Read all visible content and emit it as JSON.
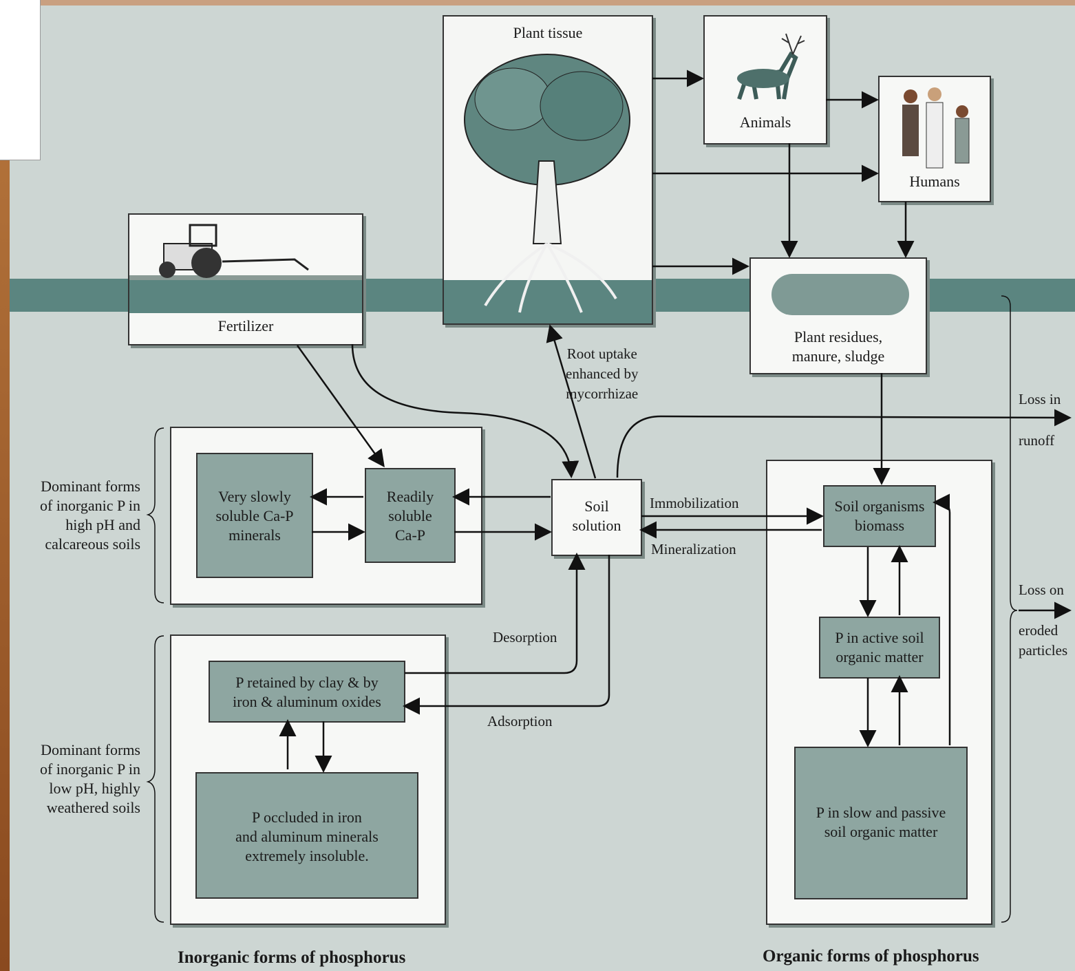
{
  "boxes": {
    "plant_tissue": "Plant tissue",
    "animals": "Animals",
    "humans": "Humans",
    "fertilizer": "Fertilizer",
    "plant_residues": "Plant residues,\nmanure, sludge",
    "soil_solution": "Soil\nsolution",
    "very_slowly": "Very slowly\nsoluble Ca-P\nminerals",
    "readily": "Readily\nsoluble\nCa-P",
    "p_retained": "P retained by clay & by\niron & aluminum oxides",
    "p_occluded": "P occluded in iron\nand aluminum minerals\nextremely insoluble.",
    "soil_organisms": "Soil organisms\nbiomass",
    "p_active": "P in active soil\norganic matter",
    "p_slow": "P in slow and passive\nsoil organic matter"
  },
  "labels": {
    "root_uptake": "Root uptake\nenhanced by\nmycorrhizae",
    "immobilization": "Immobilization",
    "mineralization": "Mineralization",
    "desorption": "Desorption",
    "adsorption": "Adsorption",
    "loss_runoff_1": "Loss in",
    "loss_runoff_2": "runoff",
    "loss_eroded_1": "Loss on",
    "loss_eroded_2": "eroded\nparticles"
  },
  "side_notes": {
    "high_ph": "Dominant forms\nof inorganic P in\nhigh pH and\ncalcareous soils",
    "low_ph": "Dominant forms\nof inorganic P in\nlow pH, highly\nweathered soils"
  },
  "titles": {
    "inorganic": "Inorganic forms of phosphorus",
    "organic": "Organic forms of phosphorus"
  }
}
